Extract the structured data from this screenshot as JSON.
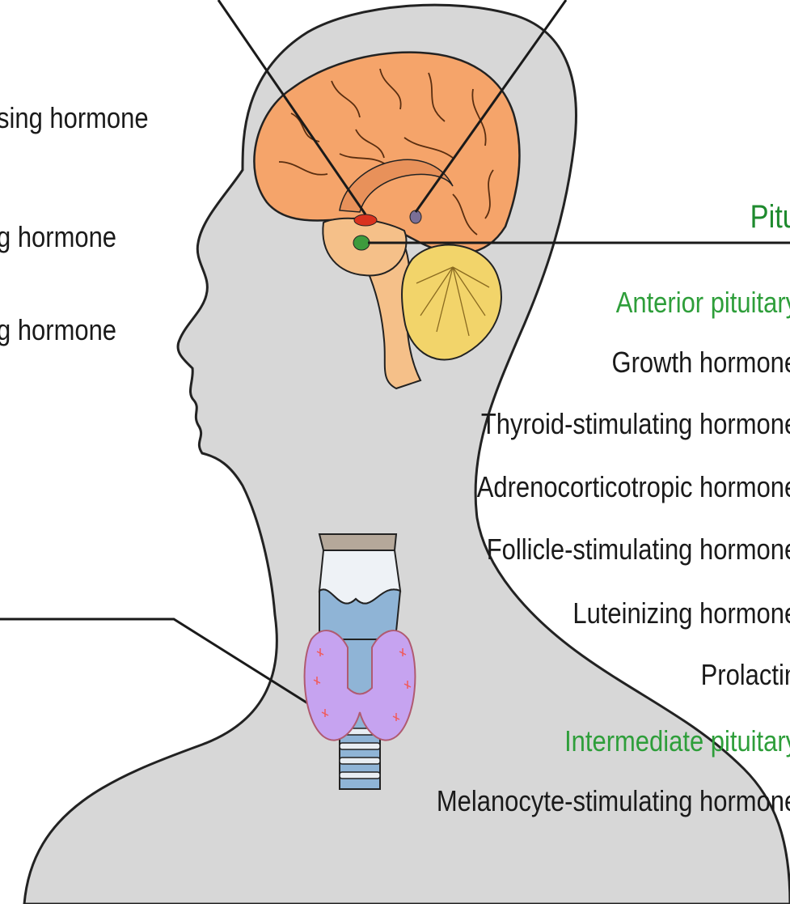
{
  "colors": {
    "background": "#ffffff",
    "head_silhouette": "#d7d7d7",
    "outline": "#222222",
    "cerebrum": "#f5a46a",
    "cerebellum": "#f2d46a",
    "brainstem": "#f5c089",
    "hypothalamus": "#d9321f",
    "pituitary": "#3d9b3d",
    "pineal": "#7a6f96",
    "thyroid": "#c6a3f0",
    "thyroid_spots": "#f05a5a",
    "trachea": "#8fb4d6",
    "heading_green": "#1e8a2e"
  },
  "left_labels": {
    "l1": "sing hormone",
    "l2": "g hormone",
    "l3": "g hormone"
  },
  "pituitary": {
    "title": "Pitu",
    "anterior_heading": "Anterior pituitary",
    "anterior_hormones": [
      "Growth hormone",
      "Thyroid-stimulating hormone",
      "Adrenocorticotropic hormone",
      "Follicle-stimulating hormone",
      "Luteinizing hormone",
      "Prolactin"
    ],
    "intermediate_heading": "Intermediate pituitary",
    "intermediate_hormones": [
      "Melanocyte-stimulating hormone"
    ]
  }
}
